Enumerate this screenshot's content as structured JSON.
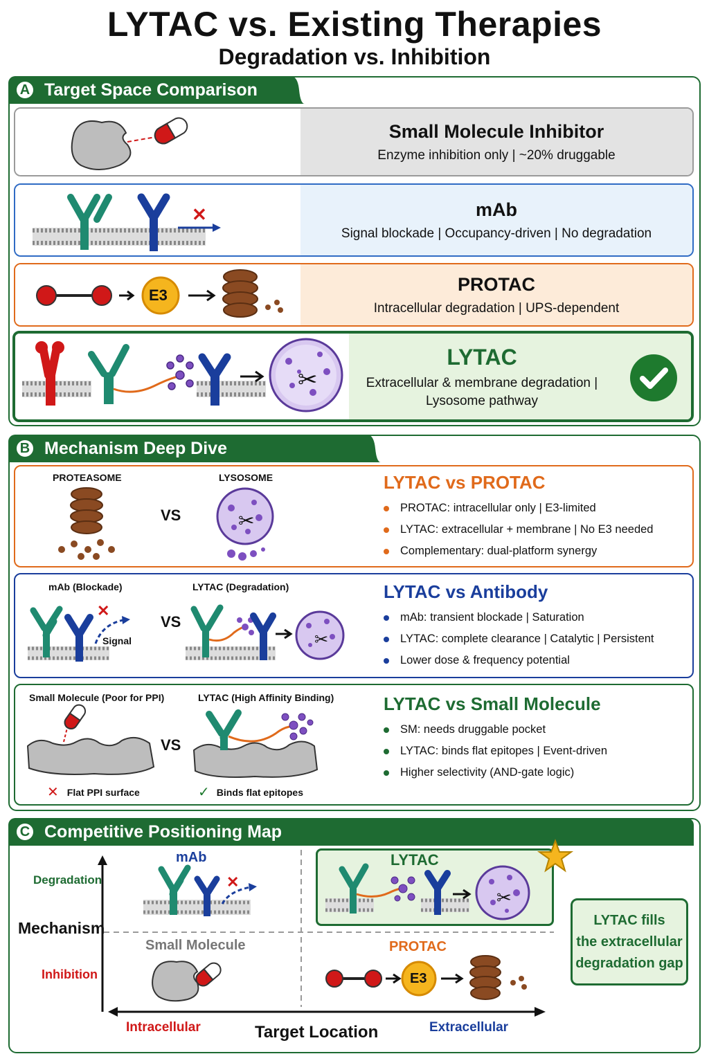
{
  "header": {
    "title": "LYTAC vs. Existing Therapies",
    "subtitle": "Degradation vs. Inhibition"
  },
  "section_a": {
    "letter": "A",
    "title": "Target Space Comparison",
    "rows": [
      {
        "name": "Small Molecule Inhibitor",
        "desc": "Enzyme inhibition only  |  ~20% druggable"
      },
      {
        "name": "mAb",
        "desc": "Signal blockade  |  Occupancy-driven  |  No degradation"
      },
      {
        "name": "PROTAC",
        "desc": "Intracellular degradation  |  UPS-dependent",
        "e3": "E3"
      },
      {
        "name": "LYTAC",
        "desc_line1": "Extracellular & membrane degradation  |",
        "desc_line2": "Lysosome pathway"
      }
    ]
  },
  "section_b": {
    "letter": "B",
    "title": "Mechanism Deep Dive",
    "vs": "VS",
    "protac": {
      "left_label": "PROTEASOME",
      "right_label": "LYSOSOME",
      "heading": "LYTAC vs PROTAC",
      "bullets": [
        "PROTAC: intracellular only  |  E3-limited",
        "LYTAC: extracellular + membrane  |  No E3 needed",
        "Complementary: dual-platform synergy"
      ]
    },
    "antibody": {
      "left_label": "mAb (Blockade)",
      "right_label": "LYTAC (Degradation)",
      "signal": "Signal",
      "heading": "LYTAC vs Antibody",
      "bullets": [
        "mAb: transient blockade  |  Saturation",
        "LYTAC: complete clearance  |  Catalytic  |  Persistent",
        "Lower dose & frequency potential"
      ]
    },
    "small_molecule": {
      "left_label": "Small Molecule (Poor for PPI)",
      "right_label": "LYTAC (High Affinity Binding)",
      "left_note": "Flat PPI surface",
      "right_note": "Binds flat epitopes",
      "heading": "LYTAC vs Small Molecule",
      "bullets": [
        "SM: needs druggable pocket",
        "LYTAC: binds flat epitopes  |  Event-driven",
        "Higher selectivity (AND-gate logic)"
      ]
    }
  },
  "section_c": {
    "letter": "C",
    "title": "Competitive Positioning Map",
    "y_axis": "Mechanism",
    "y_top": "Degradation",
    "y_bottom": "Inhibition",
    "x_axis": "Target Location",
    "x_left": "Intracellular",
    "x_right": "Extracellular",
    "q_mab": "mAb",
    "q_lytac": "LYTAC",
    "q_sm": "Small Molecule",
    "q_protac": "PROTAC",
    "e3": "E3",
    "callout_line1": "LYTAC fills",
    "callout_line2": "the extracellular",
    "callout_line3": "degradation gap"
  },
  "colors": {
    "green": "#1e6b32",
    "orange": "#e06a1b",
    "blue": "#1a3e9c",
    "red": "#d01818",
    "teal": "#1f8a70",
    "purple": "#7d4fc0"
  }
}
